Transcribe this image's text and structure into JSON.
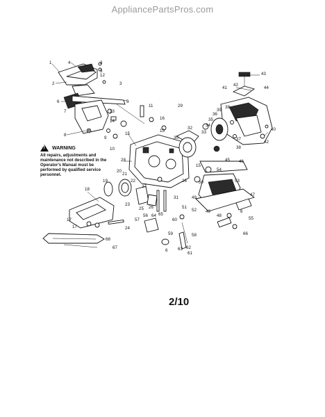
{
  "site": "AppliancePartsPros.com",
  "warning": {
    "title": "WARNING",
    "text": "All repairs, adjustments and maintenance not described in the Operator's Manual must be performed by qualified service personnel."
  },
  "page_label": "2/10"
}
